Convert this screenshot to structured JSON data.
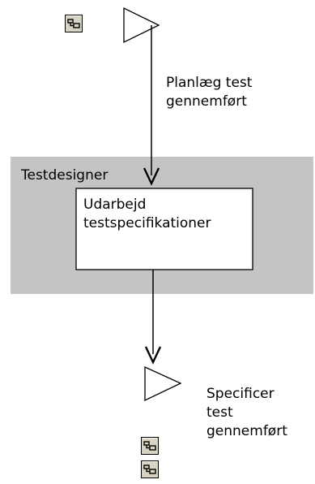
{
  "start_event": {
    "label_lines": [
      "Planlæg test",
      "gennemført"
    ]
  },
  "swimlane": {
    "label": "Testdesigner"
  },
  "activity": {
    "label_lines": [
      "Udarbejd",
      "testspecifikationer"
    ]
  },
  "end_event": {
    "label_lines": [
      "Specificer",
      "test",
      "gennemført"
    ]
  },
  "colors": {
    "swimlane_fill": "#c4c4c4",
    "activity_fill": "#ffffff",
    "stroke": "#000000",
    "icon_fill": "#d8d4c4"
  }
}
